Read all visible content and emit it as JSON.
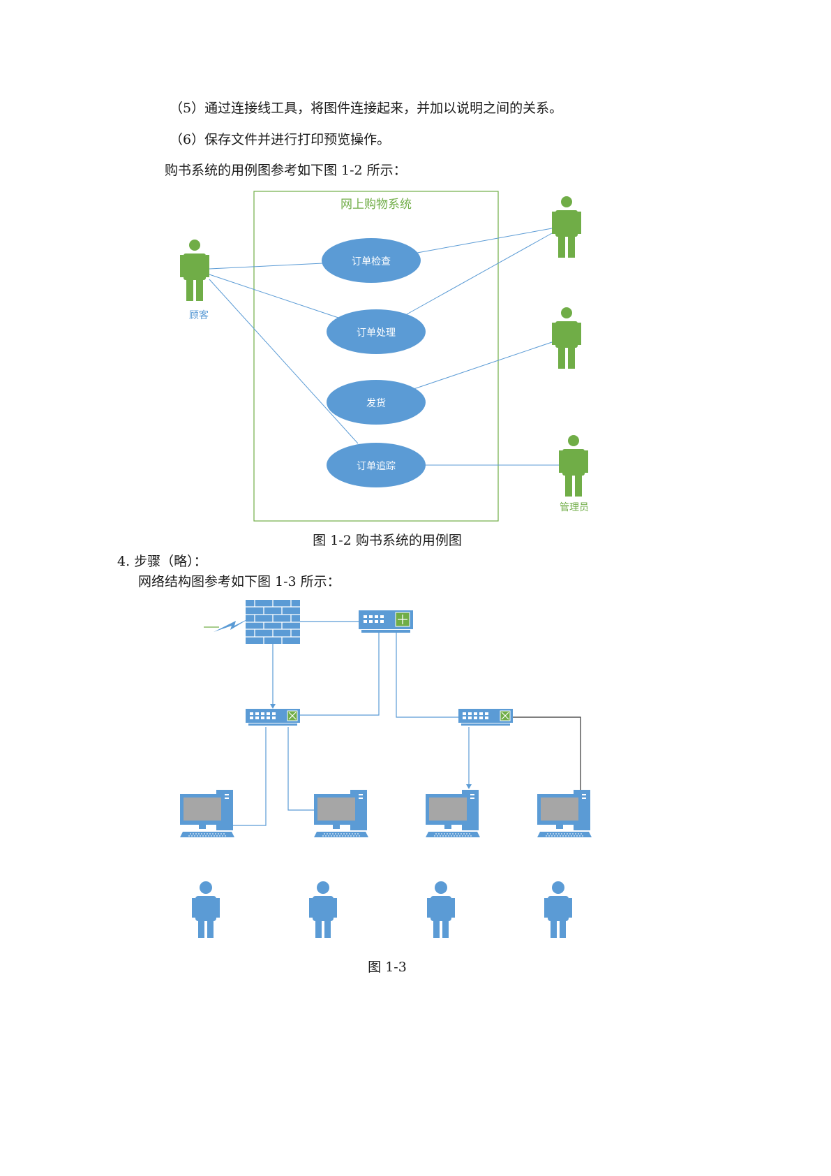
{
  "text": {
    "step5": "（5）通过连接线工具，将图件连接起来，并加以说明之间的关系。",
    "step6": "（6）保存文件并进行打印预览操作。",
    "intro12": "购书系统的用例图参考如下图 1-2 所示：",
    "caption12": "图 1-2  购书系统的用例图",
    "step4": "4.  步骤（略）：",
    "intro13": "网络结构图参考如下图 1-3 所示：",
    "caption13": "图 1-3"
  },
  "usecase": {
    "system_title": "网上购物系统",
    "usecases": [
      "订单检查",
      "订单处理",
      "发货",
      "订单追踪"
    ],
    "actors": [
      "顾客",
      "管理员"
    ],
    "colors": {
      "system_border": "#70ad47",
      "system_title": "#70ad47",
      "actor": "#70ad47",
      "usecase_fill": "#5b9bd5",
      "usecase_text": "#ffffff",
      "line": "#5b9bd5",
      "customer_label": "#5b9bd5",
      "admin_label": "#70ad47"
    }
  },
  "network": {
    "colors": {
      "device": "#5b9bd5",
      "line": "#5b9bd5",
      "dark_line": "#333333",
      "screen": "#a6a6a6",
      "accent_green": "#70ad47",
      "user": "#5b9bd5"
    },
    "icons": [
      "lightning-icon",
      "firewall-icon",
      "router-icon",
      "switch-icon",
      "computer-icon",
      "user-icon"
    ]
  }
}
